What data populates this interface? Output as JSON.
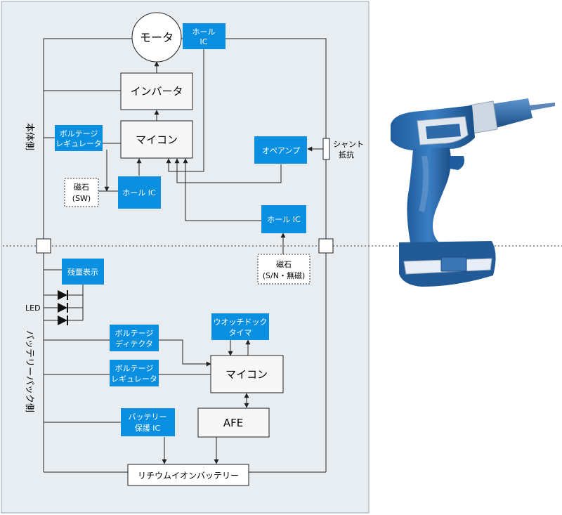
{
  "side_labels": {
    "main_body": "本体側",
    "battery_pack": "バッテリーパック側"
  },
  "main_body": {
    "motor": "モータ",
    "hall_ic_top": [
      "ホール",
      "IC"
    ],
    "inverter": "インバータ",
    "voltage_regulator": [
      "ボルテージ",
      "レギュレータ"
    ],
    "mcu": "マイコン",
    "op_amp": "オペアンプ",
    "shunt_resistor": [
      "シャント",
      "抵抗"
    ],
    "magnet_sw": [
      "磁石",
      "(SW)"
    ],
    "hall_ic_mid": "ホール IC",
    "hall_ic_bottom": "ホール IC"
  },
  "magnet_sn": [
    "磁石",
    "(S/N・無磁)"
  ],
  "battery_pack": {
    "remaining_display": "残量表示",
    "led_label": "LED",
    "voltage_detector": [
      "ボルテージ",
      "ディテクタ"
    ],
    "watchdog_timer": [
      "ウオッチドック",
      "タイマ"
    ],
    "mcu": "マイコン",
    "voltage_regulator": [
      "ボルテージ",
      "レギュレータ"
    ],
    "battery_protection_ic": [
      "バッテリー",
      "保護 IC"
    ],
    "afe": "AFE",
    "li_ion_battery": "リチウムイオンバッテリー"
  },
  "colors": {
    "panel_bg": "#e8edf1",
    "accent_blue": "#0b8fe0",
    "drill_blue": "#2f6fb0",
    "line": "#222222"
  },
  "icons": [
    "drill-image",
    "led-diode-icon",
    "connector-terminal-icon"
  ]
}
